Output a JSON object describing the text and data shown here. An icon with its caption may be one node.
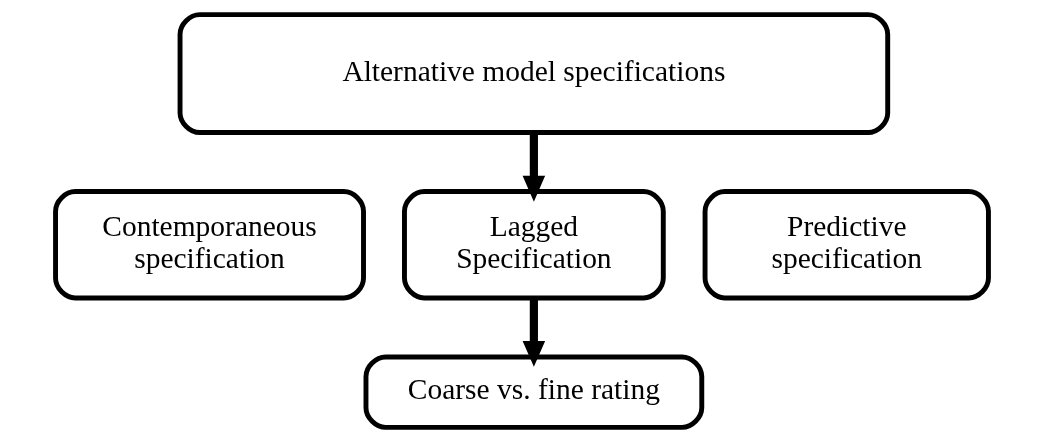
{
  "diagram": {
    "nodes": [
      {
        "text": [
          "Alternative model specifications"
        ]
      },
      {
        "text": [
          "Contemporaneous specification"
        ]
      },
      {
        "text": [
          "Lagged Specification"
        ]
      },
      {
        "text": [
          "Predictive specification"
        ]
      },
      {
        "text": [
          "Coarse vs. fine rating"
        ]
      }
    ],
    "edges": [
      {
        "from": 0,
        "to": 2,
        "arrow": "to"
      },
      {
        "from": 2,
        "to": 4,
        "arrow": "to"
      }
    ]
  }
}
